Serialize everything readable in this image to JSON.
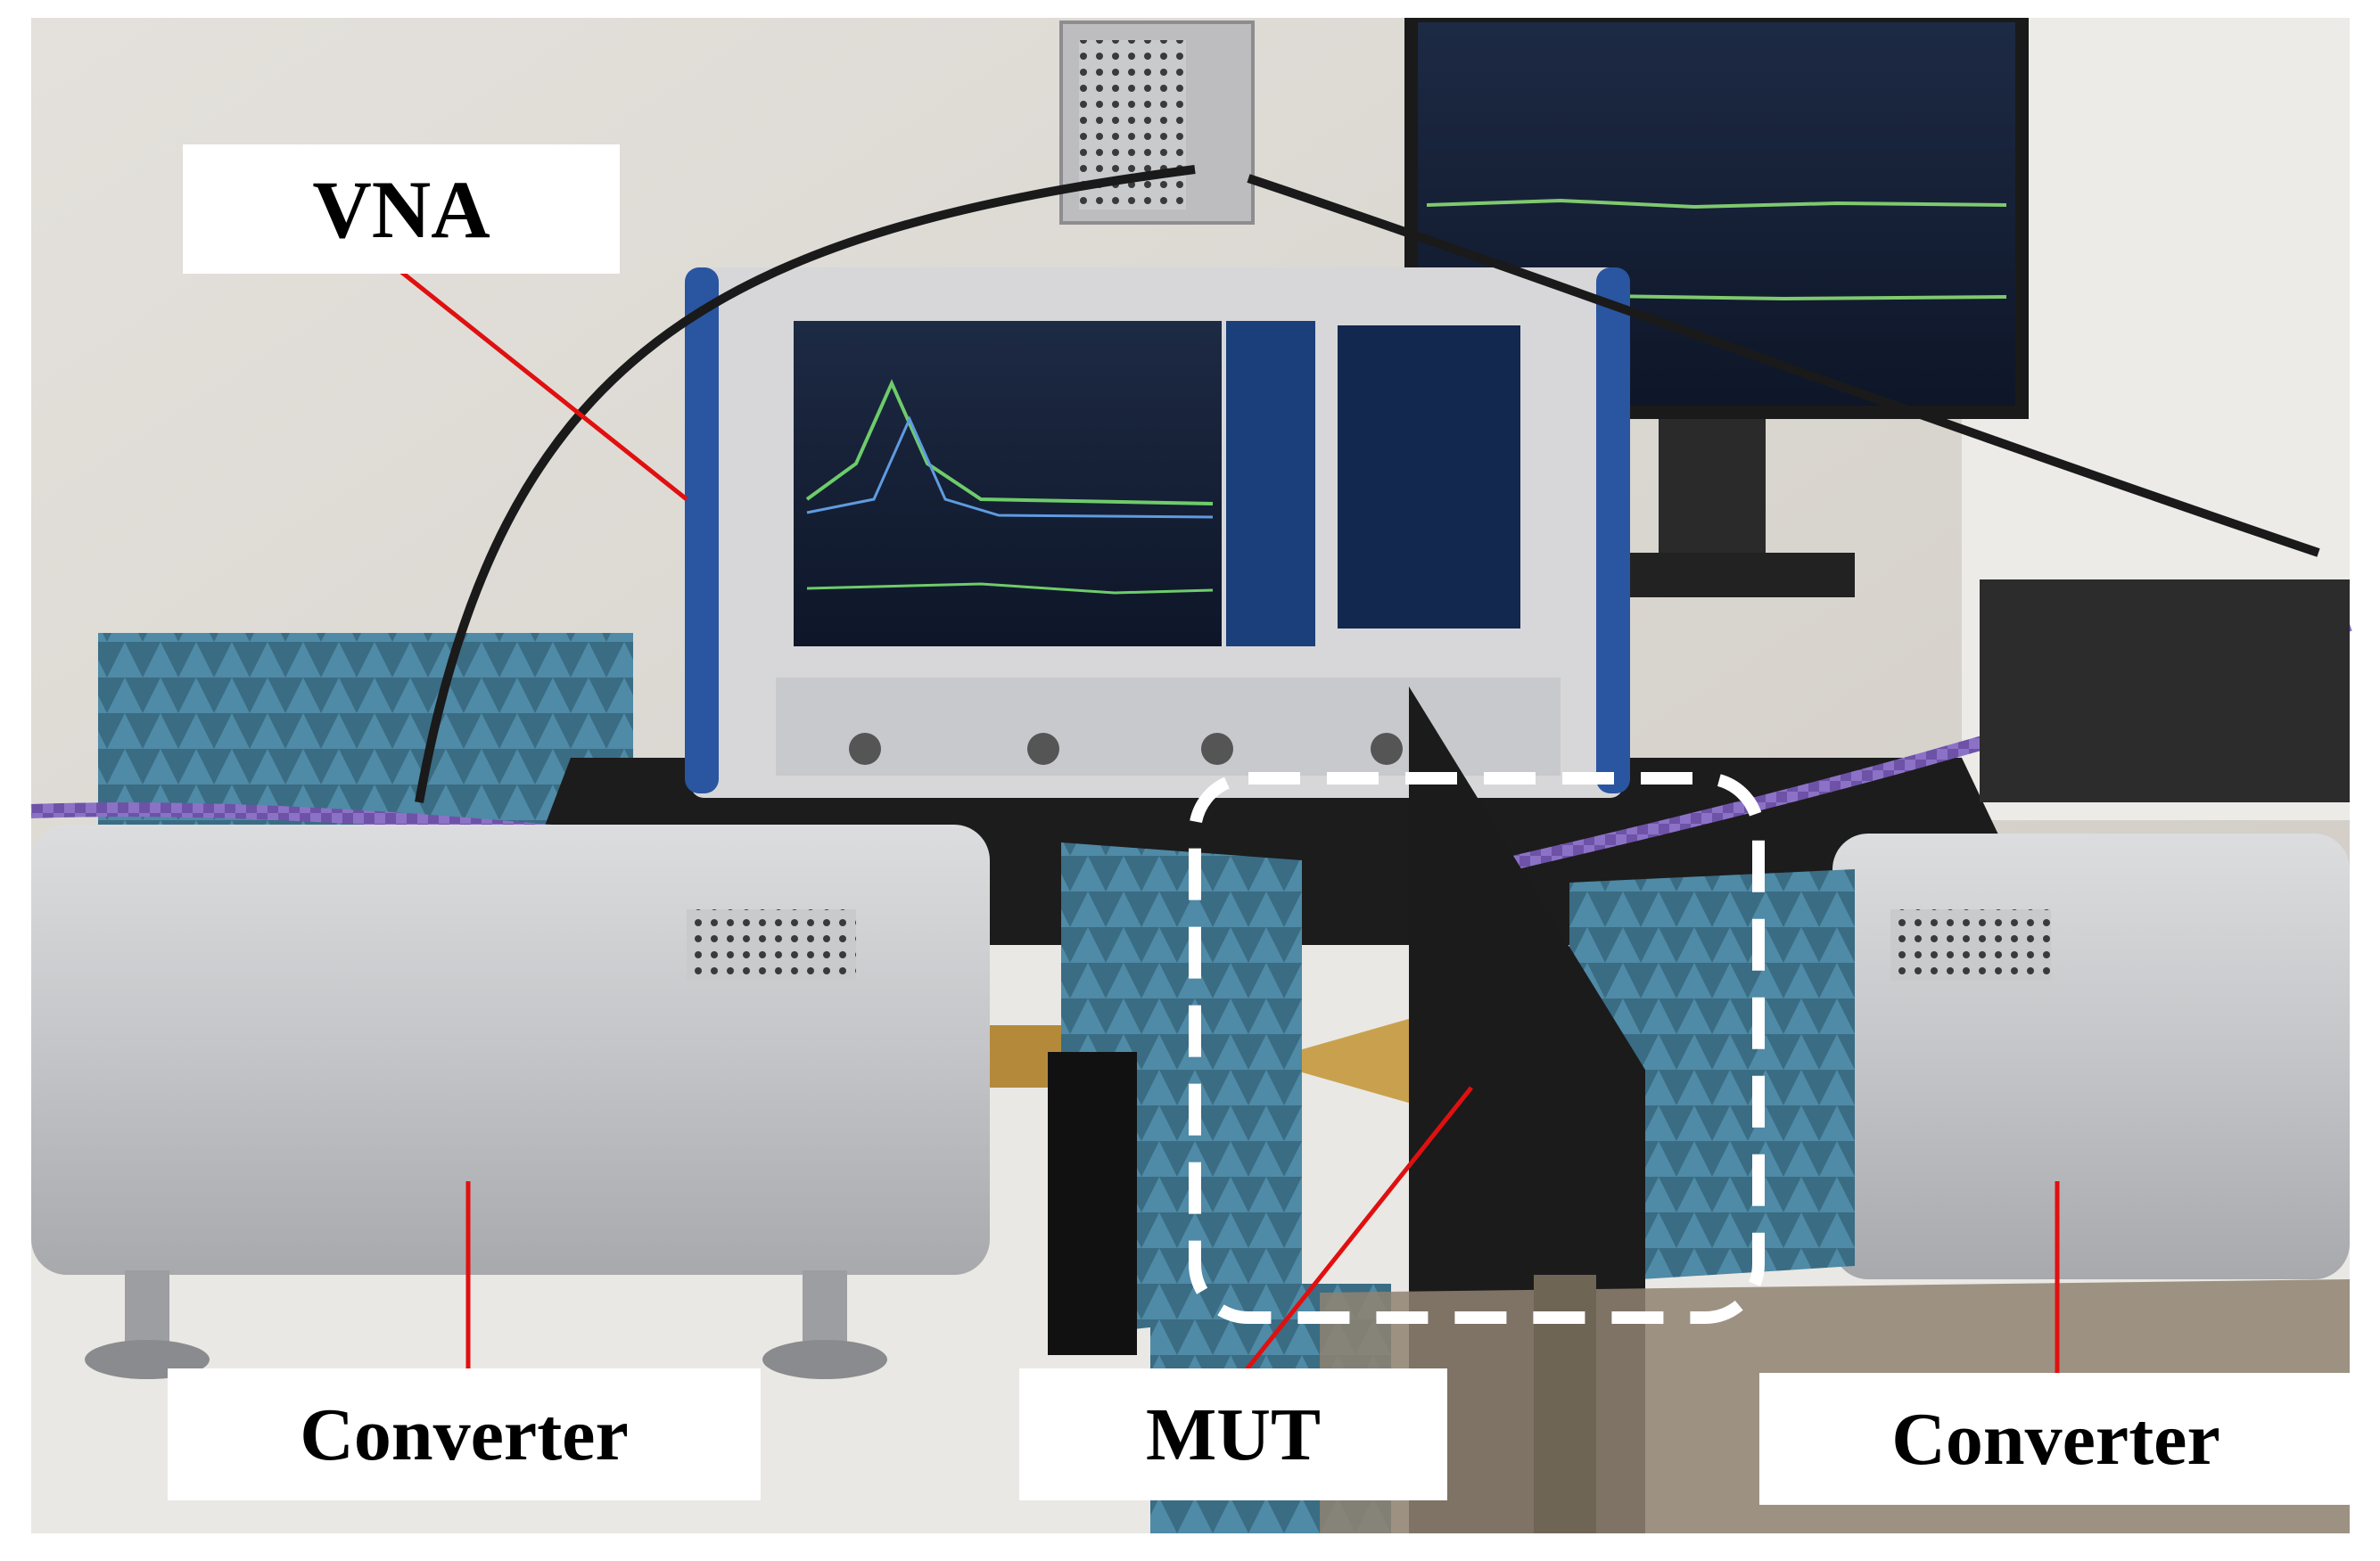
{
  "labels": {
    "vna": "VNA",
    "converter_left": "Converter",
    "mut": "MUT",
    "converter_right": "Converter"
  },
  "colors": {
    "leader_line": "#e01010",
    "mut_outline": "#ffffff",
    "absorber": "#3e6f86",
    "vna_frame": "#2a55a0",
    "converter_body": "#c9cacc",
    "cable": "#8a6fc0"
  }
}
